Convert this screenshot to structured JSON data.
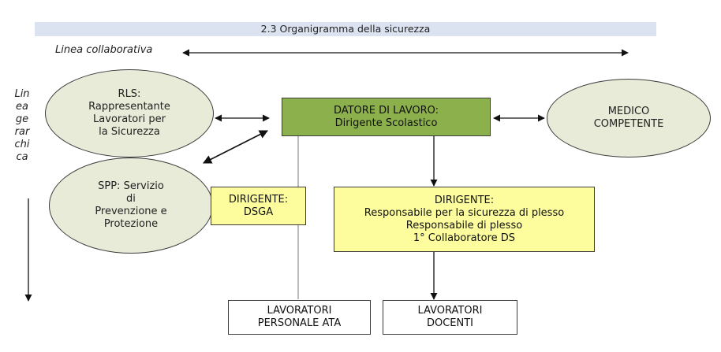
{
  "header": {
    "title": "2.3 Organigramma della sicurezza"
  },
  "labels": {
    "linea_collaborativa": "Linea collaborativa",
    "linea_gerarchica": "Lin\nea\nge\nrar\nchi\nca"
  },
  "nodes": {
    "rls": "RLS:\nRappresentante\nLavoratori per\nla Sicurezza",
    "spp": "SPP: Servizio\ndi\nPrevenzione e\nProtezione",
    "datore": "DATORE DI LAVORO:\nDirigente Scolastico",
    "medico": "MEDICO\nCOMPETENTE",
    "dsga": "DIRIGENTE:\nDSGA",
    "dirigente_plesso": "DIRIGENTE:\nResponsabile per la sicurezza di plesso\nResponsabile di plesso\n1° Collaboratore DS",
    "ata": "LAVORATORI\nPERSONALE ATA",
    "docenti": "LAVORATORI\nDOCENTI"
  },
  "colors": {
    "ellipse_fill": "#e8ebd7",
    "datore_fill": "#8cb04c",
    "dirigente_fill": "#fdfd9e",
    "header_fill": "#dbe3f1"
  }
}
